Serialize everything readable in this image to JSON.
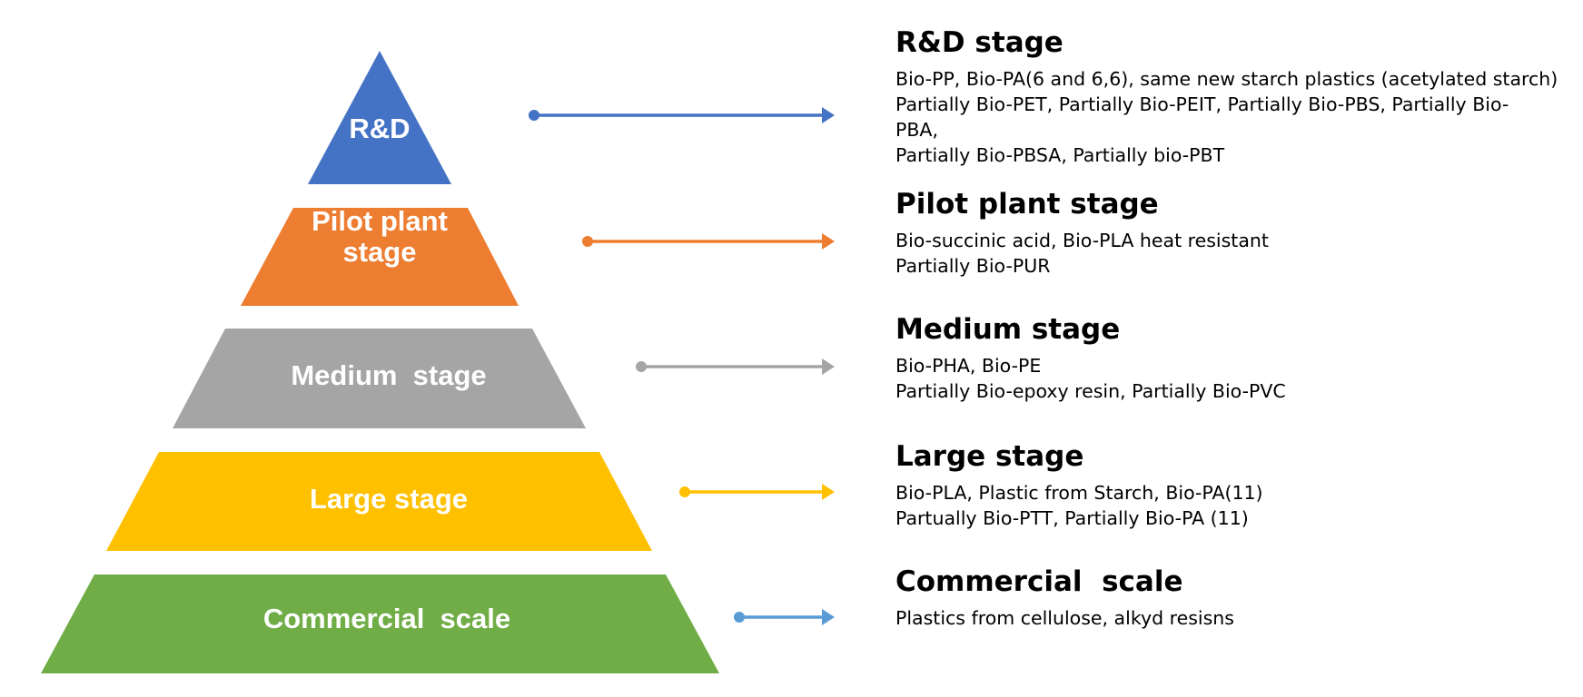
{
  "colors": {
    "rd": "#4472C4",
    "pilot": "#ED7D31",
    "medium": "#A5A5A5",
    "large": "#FFC000",
    "commercial": "#70AD47",
    "commercial_arrow": "#5B9BD5"
  },
  "pyramid": {
    "tiers": [
      {
        "label_lines": [
          "R&D"
        ],
        "color": "#4472C4",
        "shape": "triangle"
      },
      {
        "label_lines": [
          "Pilot plant",
          "stage"
        ],
        "color": "#ED7D31",
        "shape": "trapezoid"
      },
      {
        "label_lines": [
          "Medium  stage"
        ],
        "color": "#A5A5A5",
        "shape": "trapezoid"
      },
      {
        "label_lines": [
          "Large stage"
        ],
        "color": "#FFC000",
        "shape": "trapezoid"
      },
      {
        "label_lines": [
          "Commercial  scale"
        ],
        "color": "#70AD47",
        "shape": "trapezoid"
      }
    ]
  },
  "arrows": [
    {
      "color": "#4472C4",
      "icon": "arrow-right-icon"
    },
    {
      "color": "#ED7D31",
      "icon": "arrow-right-icon"
    },
    {
      "color": "#A5A5A5",
      "icon": "arrow-right-icon"
    },
    {
      "color": "#FFC000",
      "icon": "arrow-right-icon"
    },
    {
      "color": "#5B9BD5",
      "icon": "arrow-right-icon"
    }
  ],
  "stages": [
    {
      "title": "R&D stage",
      "lines": [
        "Bio-PP, Bio-PA(6 and 6,6), same new starch plastics (acetylated starch)",
        "Partially Bio-PET, Partially Bio-PEIT, Partially Bio-PBS, Partially Bio-",
        "PBA,",
        "Partially Bio-PBSA, Partially bio-PBT"
      ]
    },
    {
      "title": "Pilot plant stage",
      "lines": [
        "Bio-succinic acid, Bio-PLA heat resistant",
        "Partially Bio-PUR"
      ]
    },
    {
      "title": "Medium stage",
      "lines": [
        "Bio-PHA, Bio-PE",
        "Partially Bio-epoxy resin, Partially Bio-PVC"
      ]
    },
    {
      "title": "Large stage",
      "lines": [
        "Bio-PLA, Plastic from Starch, Bio-PA(11)",
        "Partually Bio-PTT, Partially Bio-PA (11)"
      ]
    },
    {
      "title": "Commercial  scale",
      "lines": [
        "Plastics from cellulose, alkyd resisns"
      ]
    }
  ]
}
